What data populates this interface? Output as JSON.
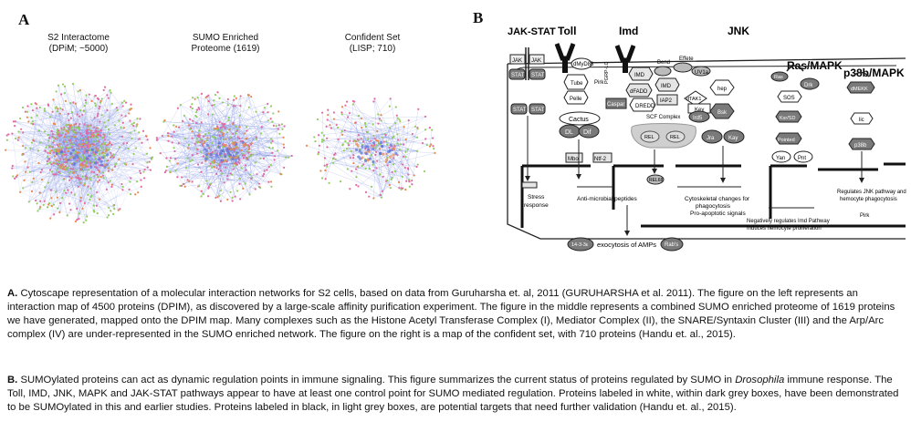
{
  "panel_a": {
    "letter": "A",
    "networks": [
      {
        "title_line1": "S2 Interactome",
        "title_line2": "(DPiM; ~5000)"
      },
      {
        "title_line1": "SUMO Enriched",
        "title_line2": "Proteome (1619)"
      },
      {
        "title_line1": "Confident Set",
        "title_line2": "(LISP; 710)"
      }
    ]
  },
  "panel_b": {
    "letter": "B",
    "pathways": [
      "JAK-STAT",
      "Toll",
      "Imd",
      "JNK",
      "Ras/MAPK",
      "p38b/MAPK"
    ],
    "nodes": {
      "jak1": "JAK",
      "jak2": "JAK",
      "stat1": "STAT",
      "stat2": "STAT",
      "stat3": "STAT",
      "stat4": "STAT",
      "dmydb8": "dMyD88",
      "tube": "Tube",
      "pelle": "Pelle",
      "cactus": "Cactus",
      "dl": "DL",
      "dif": "Dif",
      "mbo": "Mbo",
      "ntf2": "Ntf-2",
      "pgrp": "PGRP-LC",
      "imd": "IMD",
      "fadd": "dFADD",
      "dredd": "DREDD",
      "caspar": "Caspar",
      "pirk": "Pirk",
      "bend": "Bend",
      "effete": "Effete",
      "uv1a": "UV1a",
      "imd2": "IMD",
      "iap2": "IAP2",
      "tak1": "dTAK1",
      "key": "Key",
      "ird5": "Ird5",
      "scf": "SCF Complex",
      "rel1": "REL",
      "rel2": "REL",
      "rel68": "REL68",
      "hep": "hep",
      "bsk": "Bsk",
      "jra": "Jra",
      "kay": "Kay",
      "ras": "Ras",
      "drk": "Drk",
      "sos": "SOS",
      "ksr": "Ksr/SD",
      "pointed": "Pointed",
      "yan": "Yan",
      "pnt": "Pnt",
      "dmekk": "dMEKK",
      "lic": "lic",
      "p38b": "p38b",
      "pirk2": "Pirk",
      "stress": "Stress",
      "response": "response",
      "amp": "Anti-microbial peptides",
      "cyto1": "Cytoskeletal changes  for",
      "cyto2": "phagocytosis",
      "cyto3": "Pro-apoptotic signals",
      "neg1": "Negatively regulates Imd Pathway",
      "neg2": "Induces hemocyte proliferation",
      "reg1": "Regulates JNK pathway  and",
      "reg2": "hemocyte  phagocytosis",
      "p1433": "14-3-3ε",
      "exo": "exocytosis of AMPs",
      "rabs": "Rab's"
    }
  },
  "captions": {
    "a_label": "A.",
    "a_text": " Cytoscape representation of a molecular interaction networks for S2 cells, based on data from Guruharsha et. al, 2011 (GURUHARSHA et al. 2011). The figure on the left represents an interaction map of 4500 proteins (DPIM), as discovered by a large-scale affinity purification experiment.  The figure in the middle represents a combined SUMO enriched proteome of 1619 proteins we have generated, mapped onto the DPIM map.  Many complexes such as the Histone Acetyl Transferase Complex (I), Mediator Complex (II), the SNARE/Syntaxin Cluster (III) and the Arp/Arc complex (IV) are under-represented in the SUMO enriched network. The figure on the right is a map of the confident set, with 710 proteins (Handu et. al., 2015).",
    "b_label": "B.",
    "b_text1": " SUMOylated proteins can act as dynamic regulation points in immune signaling. This figure summarizes the current status of proteins regulated by SUMO in ",
    "b_italic": "Drosophila",
    "b_text2": " immune response. The Toll, IMD, JNK, MAPK and JAK-STAT pathways appear to have at least one control point for SUMO mediated regulation. Proteins labeled in white, within dark grey boxes, have been demonstrated to be SUMOylated in this and earlier studies. Proteins labeled in black, in light grey boxes, are potential targets that need further validation (Handu et. al., 2015)."
  },
  "colors": {
    "node_pink": "#e26aa0",
    "node_green": "#8fce5a",
    "edge_blue": "#5a6fd8",
    "node_orange": "#e8894a",
    "dark_grey": "#6d6d6d",
    "light_grey": "#cfcfcf"
  }
}
